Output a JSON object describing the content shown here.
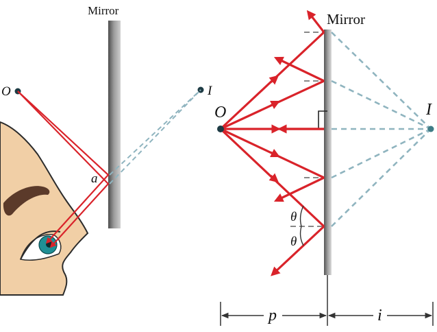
{
  "left_diagram": {
    "mirror_label": "Mirror",
    "object_label": "O",
    "image_label": "I",
    "point_label": "a"
  },
  "right_diagram": {
    "mirror_label": "Mirror",
    "object_label": "O",
    "image_label": "I",
    "angle_label_upper": "θ",
    "angle_label_lower": "θ",
    "object_distance_label": "p",
    "image_distance_label": "i"
  },
  "colors": {
    "ray": "#d9232a",
    "virtual_ray": "#8fb4bf",
    "skin": "#f1cfa6",
    "iris": "#1f8f95",
    "mirror": "#7a7a7a"
  }
}
